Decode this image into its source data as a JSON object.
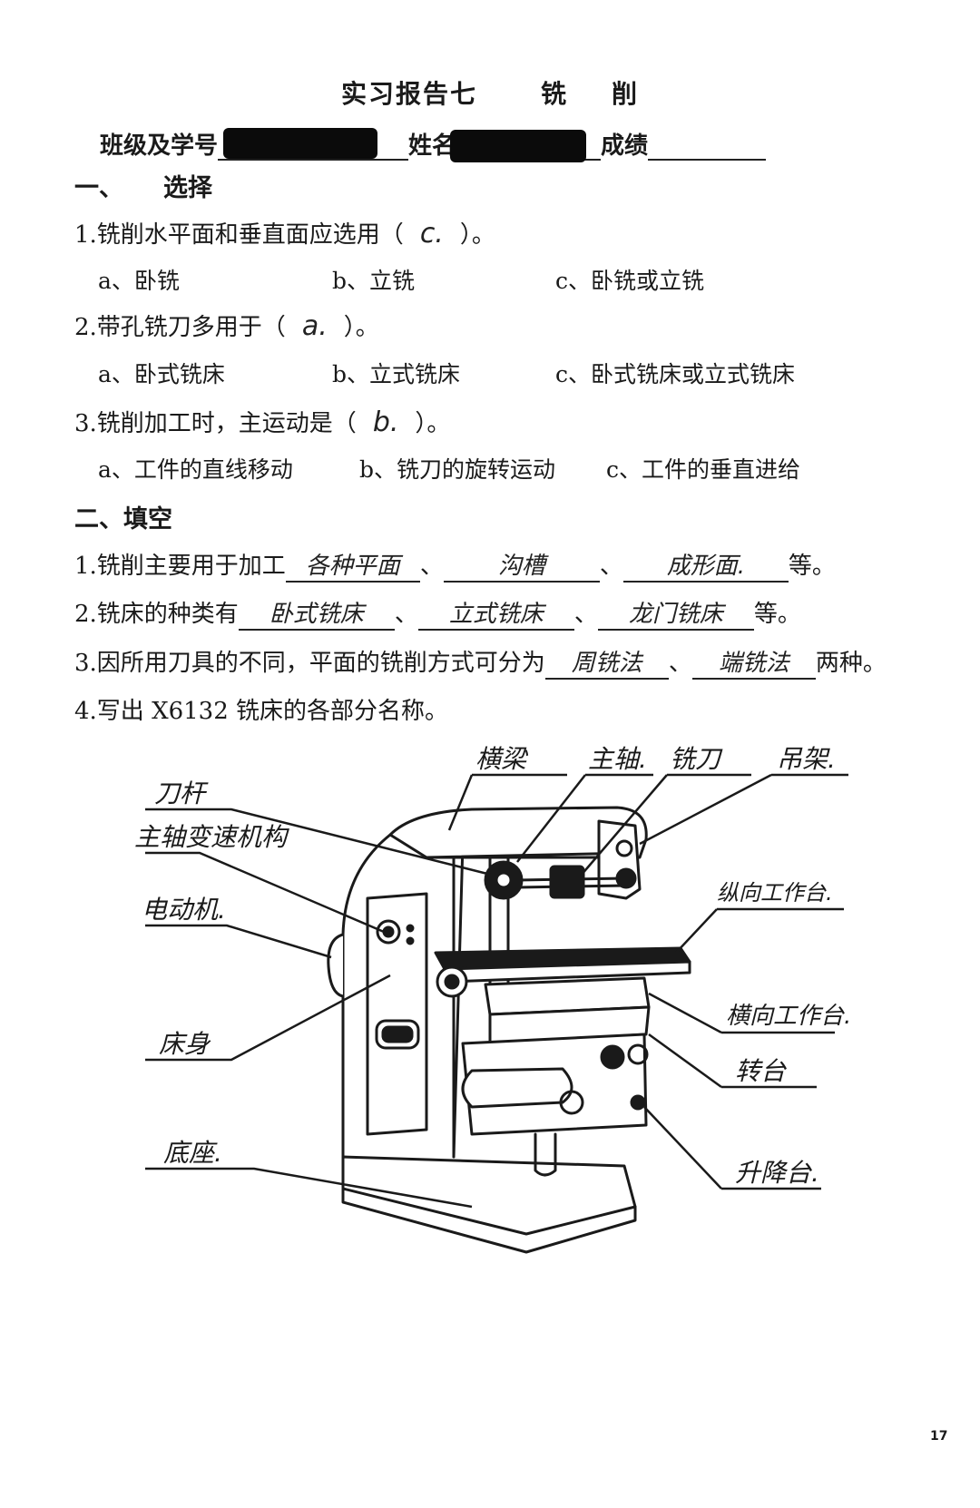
{
  "header": {
    "title_left": "实习报告七",
    "title_mid": "铣",
    "title_right": "削",
    "class_label": "班级及学号",
    "name_label": "姓名",
    "score_label": "成绩"
  },
  "section1": {
    "heading_num": "一、",
    "heading": "选择",
    "questions": [
      {
        "stem": "1.铣削水平面和垂直面应选用（",
        "answer": "c.",
        "close": "）。",
        "options": [
          "a、卧铣",
          "b、立铣",
          "c、卧铣或立铣"
        ]
      },
      {
        "stem": "2.带孔铣刀多用于（",
        "answer": "a.",
        "close": "）。",
        "options": [
          "a、卧式铣床",
          "b、立式铣床",
          "c、卧式铣床或立式铣床"
        ]
      },
      {
        "stem": "3.铣削加工时，主运动是（",
        "answer": "b.",
        "close": "）。",
        "options": [
          "a、工件的直线移动",
          "b、铣刀的旋转运动",
          "c、工件的垂直进给"
        ]
      }
    ]
  },
  "section2": {
    "heading": "二、填空",
    "q1": {
      "prefix": "1.铣削主要用于加工",
      "answers": [
        "各种平面",
        "沟槽",
        "成形面."
      ],
      "sep": "、",
      "suffix": "等。"
    },
    "q2": {
      "prefix": "2.铣床的种类有",
      "answers": [
        "卧式铣床",
        "立式铣床",
        "龙门铣床"
      ],
      "sep": "、",
      "suffix": "等。"
    },
    "q3": {
      "prefix": "3.因所用刀具的不同，平面的铣削方式可分为",
      "answers": [
        "周铣法",
        "端铣法"
      ],
      "sep": "、",
      "suffix": "两种。"
    },
    "q4": {
      "text": "4.写出 X6132 铣床的各部分名称。"
    }
  },
  "diagram_labels": {
    "hengliang": "横梁",
    "zhuzhou": "主轴.",
    "xiedao": "铣刀",
    "diaojia": "吊架.",
    "daogan": "刀杆",
    "bianshu": "主轴变速机构",
    "diandongji": "电动机.",
    "zongxiang": "纵向工作台.",
    "chuangshen": "床身",
    "hengxiang": "横向工作台.",
    "zhuantai": "转台",
    "dizuo": "底座.",
    "shengjiangtai": "升降台."
  },
  "footer": {
    "page_number": "17"
  }
}
